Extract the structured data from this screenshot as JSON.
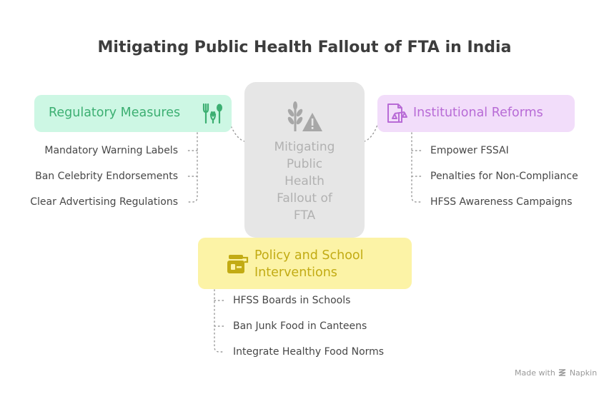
{
  "title": "Mitigating Public Health Fallout of FTA in India",
  "center": {
    "lines": [
      "Mitigating",
      "Public",
      "Health",
      "Fallout of",
      "FTA"
    ],
    "icon": "wheat-warning-icon"
  },
  "branches": {
    "regulatory": {
      "label": "Regulatory Measures",
      "icon": "utensils-icon",
      "color": "#3caf72",
      "items": [
        "Mandatory Warning Labels",
        "Ban Celebrity Endorsements",
        "Clear Advertising Regulations"
      ]
    },
    "institutional": {
      "label": "Institutional Reforms",
      "icon": "legal-document-icon",
      "color": "#b86bd6",
      "items": [
        "Empower FSSAI",
        "Penalties for Non-Compliance",
        "HFSS Awareness Campaigns"
      ]
    },
    "policy": {
      "label": "Policy and School Interventions",
      "icon": "lunchbox-icon",
      "color": "#c2ab14",
      "items": [
        "HFSS Boards in Schools",
        "Ban Junk Food in Canteens",
        "Integrate Healthy Food Norms"
      ]
    }
  },
  "footer": {
    "made_with": "Made with",
    "brand": "Napkin"
  }
}
